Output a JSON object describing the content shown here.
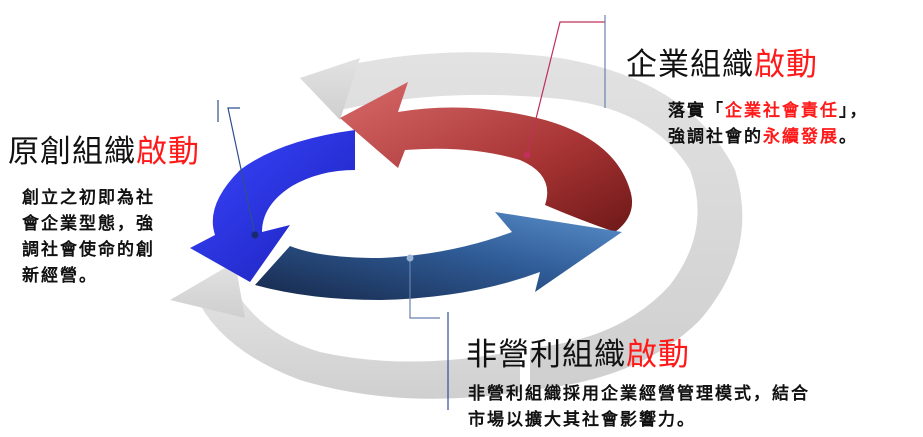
{
  "stages": [
    {
      "id": "enterprise",
      "title_main": "企業組織",
      "title_highlight": "啟動",
      "desc_parts": [
        "落實「",
        "企業社會責任",
        "」，",
        "強調社會的",
        "永續發展",
        "。"
      ]
    },
    {
      "id": "original",
      "title_main": "原創組織",
      "title_highlight": "啟動",
      "desc_lines": [
        "創立之初即為社",
        "會企業型態，強",
        "調社會使命的創",
        "新經營。"
      ]
    },
    {
      "id": "nonprofit",
      "title_main": "非營利組織",
      "title_highlight": "啟動",
      "desc_lines": [
        "非營利組織採用企業經營管理模式，結合",
        "市場以擴大其社會影響力。"
      ]
    }
  ],
  "colors": {
    "highlight": "#ff1a1a",
    "arrow_red": "#b24242",
    "arrow_blue_left": "#2a36e6",
    "arrow_blue_bottom": "#3d70b0",
    "callout_red": "#c0305a",
    "callout_blue": "#2e4f8f",
    "gray_ring": "#d3d3d3"
  }
}
